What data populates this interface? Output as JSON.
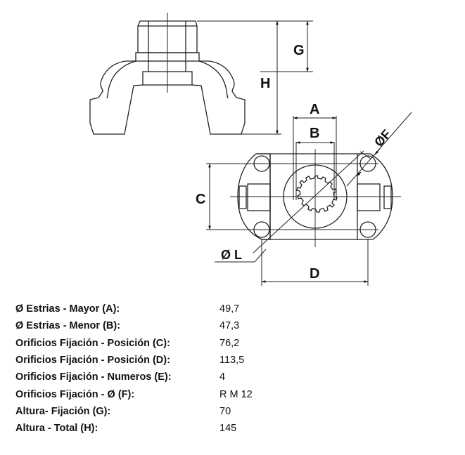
{
  "drawing": {
    "labels": {
      "A": "A",
      "B": "B",
      "C": "C",
      "D": "D",
      "G": "G",
      "H": "H",
      "F": "ØF",
      "L": "Ø L"
    }
  },
  "specs": [
    {
      "label": "Ø Estrias - Mayor (A):",
      "value": "49,7"
    },
    {
      "label": "Ø Estrias - Menor (B):",
      "value": "47,3"
    },
    {
      "label": "Orificios Fijación - Posición (C):",
      "value": "76,2"
    },
    {
      "label": "Orificios Fijación - Posición (D):",
      "value": "113,5"
    },
    {
      "label": "Orificios Fijación - Numeros (E):",
      "value": "4"
    },
    {
      "label": "Orificios Fijación - Ø (F):",
      "value": "R M 12"
    },
    {
      "label": "Altura- Fijación (G):",
      "value": "70"
    },
    {
      "label": "Altura - Total (H):",
      "value": "145"
    }
  ]
}
